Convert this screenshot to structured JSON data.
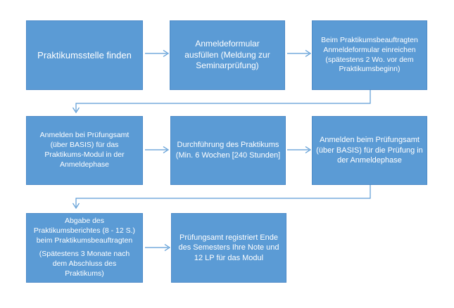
{
  "flowchart": {
    "title": "Praktikum process flowchart",
    "colors": {
      "background": "#FFFFFF",
      "box_fill": "#5B9BD5",
      "box_border": "#4E8BC8",
      "box_text": "#FFFFFF",
      "connector": "#5B9BD5"
    },
    "boxes": [
      {
        "id": "find-internship",
        "label": "Praktikumsstelle finden"
      },
      {
        "id": "fill-registration-form",
        "label": "Anmeldeformular\nausfüllen (Meldung zur\nSeminarprüfung)"
      },
      {
        "id": "submit-form-to-coordinator",
        "label": "Beim Praktikumsbeauftragten\nAnmeldeformular einreichen\n(spätestens 2 Wo. vor dem\nPraktikumsbeginn)"
      },
      {
        "id": "register-module-exam-office",
        "label": "Anmelden bei Prüfungsamt\n(über BASIS) für das\nPraktikums-Modul in der\nAnmeldephase"
      },
      {
        "id": "carry-out-internship",
        "label": "Durchführung des Praktikums\n(Min. 6 Wochen [240 Stunden]"
      },
      {
        "id": "register-exam-exam-office",
        "label": "Anmelden beim Prüfungsamt\n(über BASIS) für die Prüfung in\nder Anmeldephase"
      },
      {
        "id": "submit-internship-report",
        "label": "Abgabe des\nPraktikumsberichtes (8 - 12 S.)\nbeim Praktikumsbeauftragten",
        "sublabel": "(Spätestens 3 Monate nach\ndem Abschluss des\nPraktikums)"
      },
      {
        "id": "exam-office-registers-grade",
        "label": "Prüfungsamt registriert Ende\ndes Semesters Ihre Note und\n12 LP für das Modul"
      }
    ]
  }
}
